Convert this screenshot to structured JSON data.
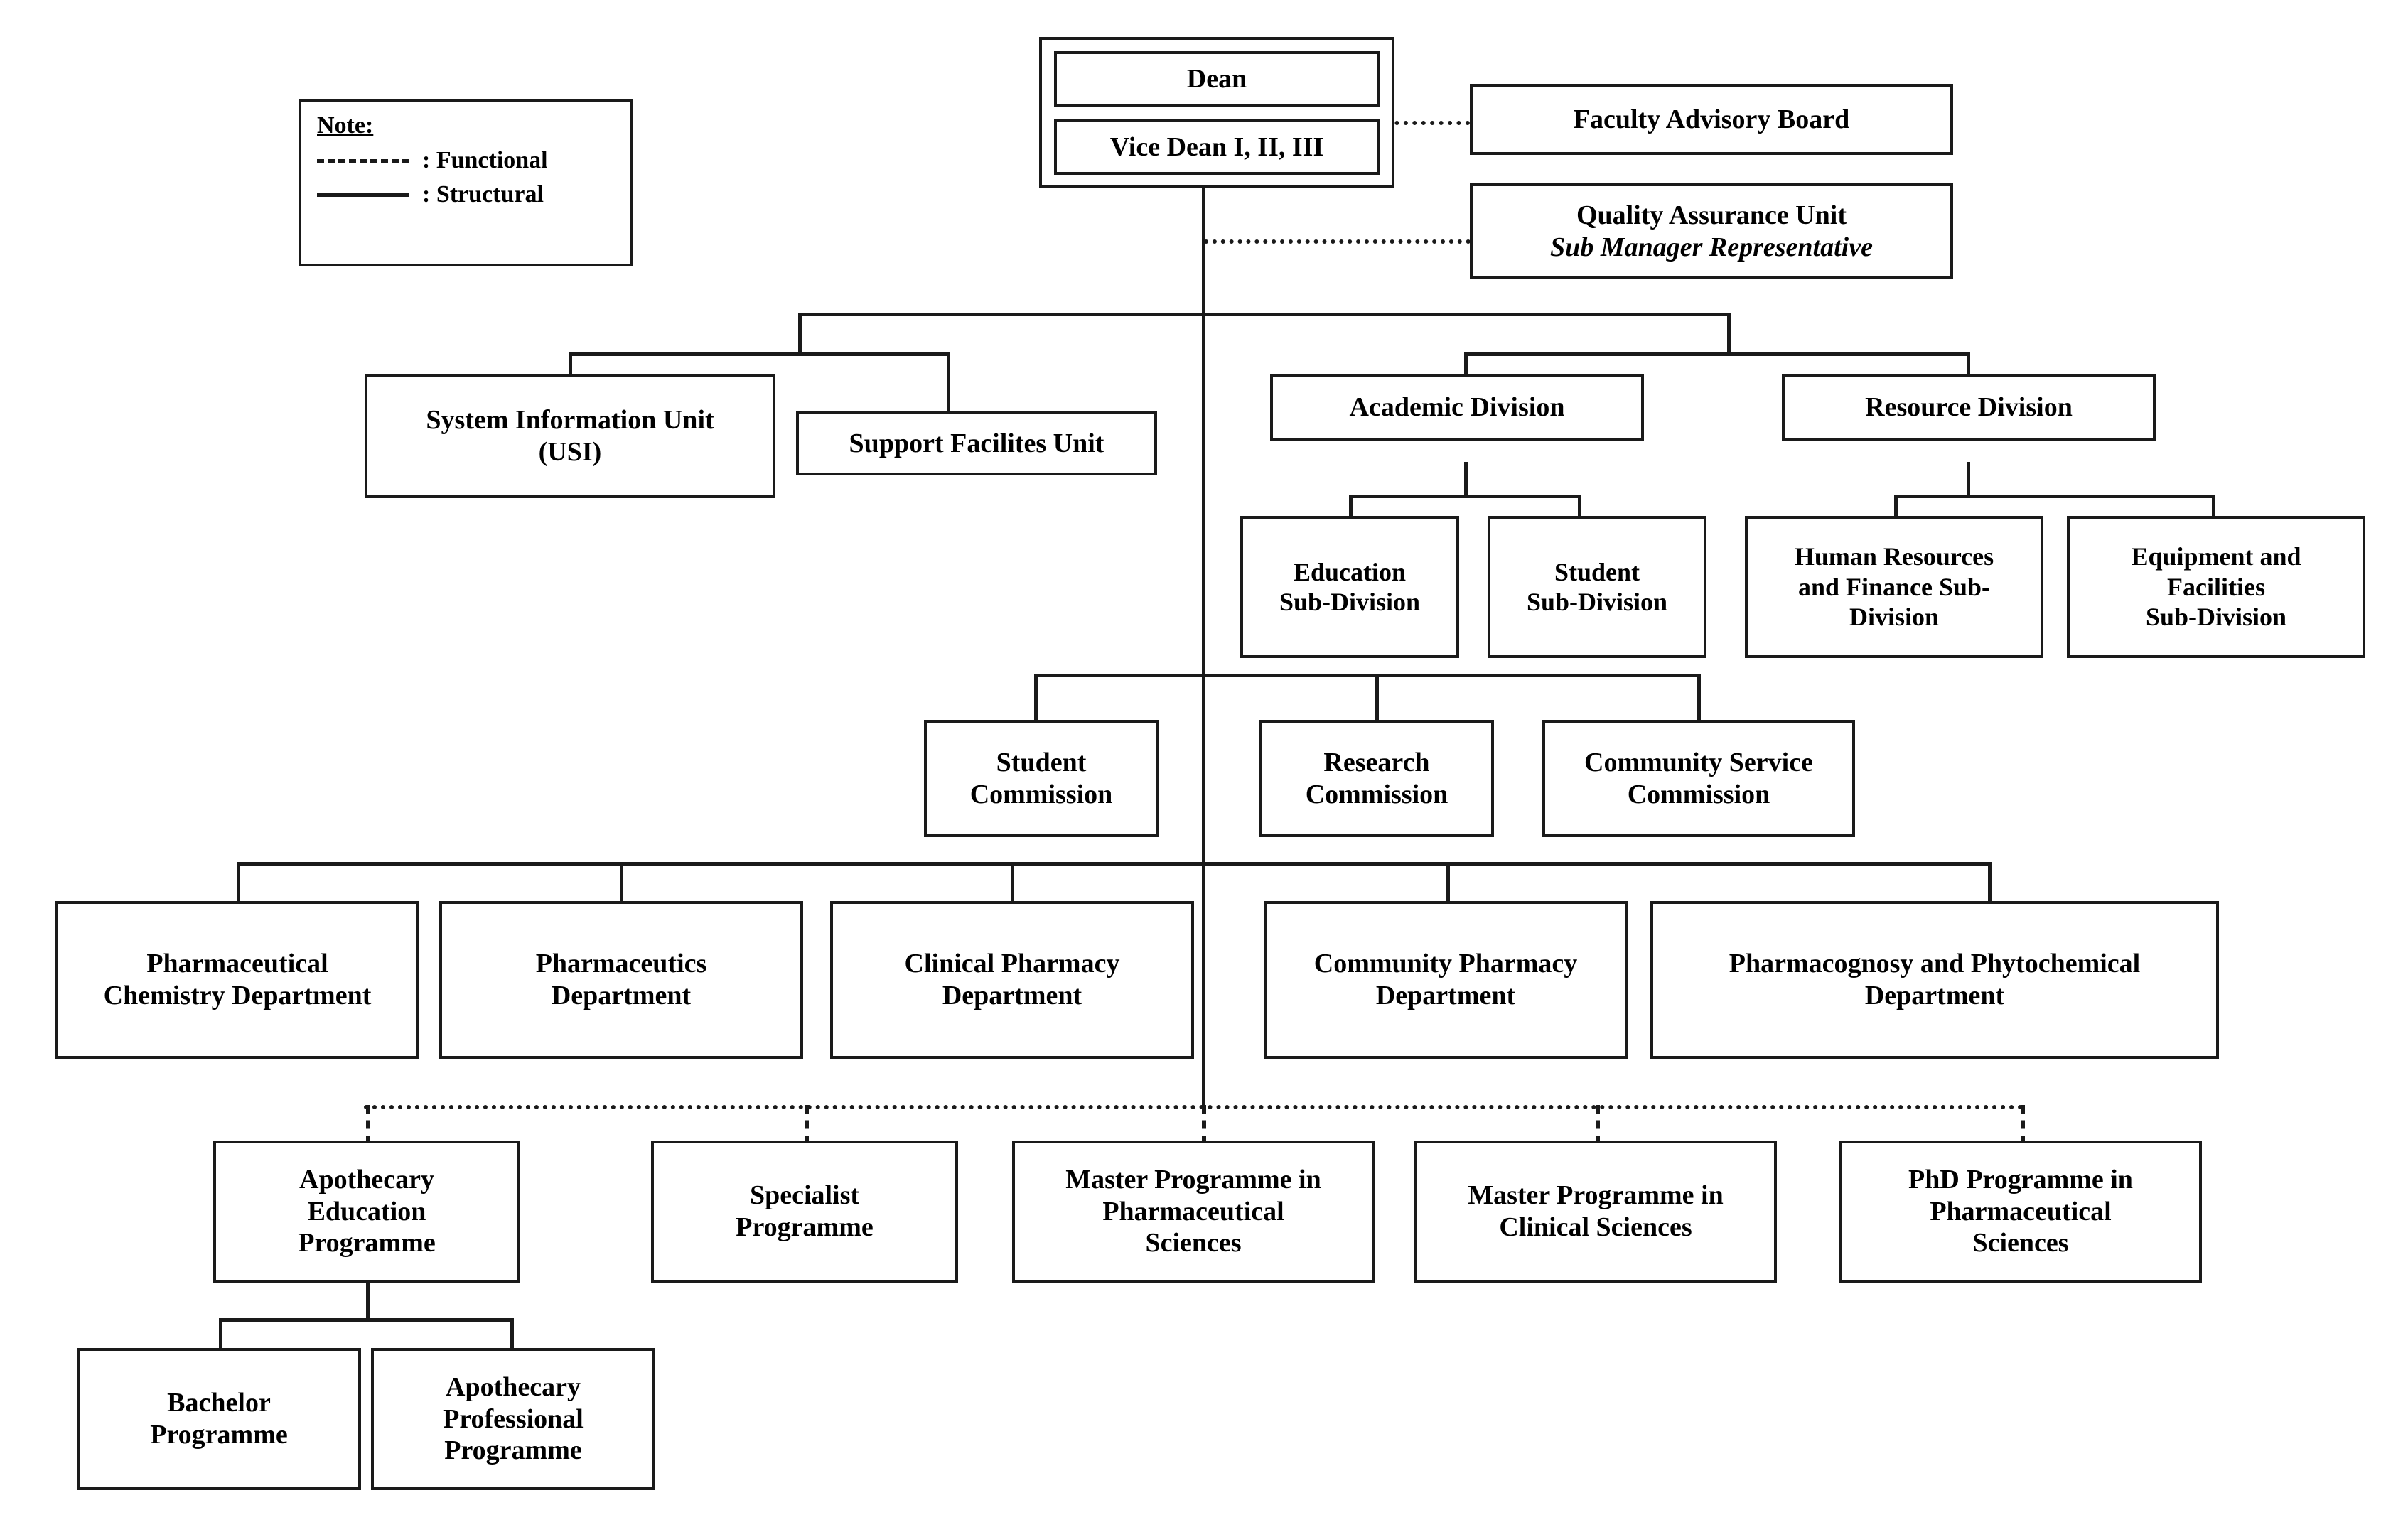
{
  "legend": {
    "title": "Note:",
    "rows": [
      {
        "style": "dashed",
        "label": ": Functional"
      },
      {
        "style": "solid",
        "label": ": Structural"
      }
    ]
  },
  "nodes": {
    "dean": "Dean",
    "vice_dean": "Vice Dean I, II, III",
    "faculty_advisory_board": "Faculty Advisory Board",
    "quality_assurance_unit": "Quality Assurance Unit",
    "quality_assurance_sub": "Sub Manager Representative",
    "system_information_unit_l1": "System Information Unit",
    "system_information_unit_l2": "(USI)",
    "support_facilites_unit": "Support Facilites Unit",
    "academic_division": "Academic Division",
    "resource_division": "Resource Division",
    "education_sub_l1": "Education",
    "education_sub_l2": "Sub-Division",
    "student_sub_l1": "Student",
    "student_sub_l2": "Sub-Division",
    "hr_finance_l1": "Human Resources",
    "hr_finance_l2": "and Finance Sub-",
    "hr_finance_l3": "Division",
    "equipment_l1": "Equipment and",
    "equipment_l2": "Facilities",
    "equipment_l3": "Sub-Division",
    "student_commission_l1": "Student",
    "student_commission_l2": "Commission",
    "research_commission_l1": "Research",
    "research_commission_l2": "Commission",
    "community_service_commission_l1": "Community Service",
    "community_service_commission_l2": "Commission",
    "pharm_chem_dept_l1": "Pharmaceutical",
    "pharm_chem_dept_l2": "Chemistry Department",
    "pharmaceutics_dept_l1": "Pharmaceutics",
    "pharmaceutics_dept_l2": "Department",
    "clinical_pharmacy_dept_l1": "Clinical Pharmacy",
    "clinical_pharmacy_dept_l2": "Department",
    "community_pharmacy_dept_l1": "Community Pharmacy",
    "community_pharmacy_dept_l2": "Department",
    "pharmacognosy_dept_l1": "Pharmacognosy and Phytochemical",
    "pharmacognosy_dept_l2": "Department",
    "apothecary_edu_l1": "Apothecary",
    "apothecary_edu_l2": "Education",
    "apothecary_edu_l3": "Programme",
    "specialist_l1": "Specialist",
    "specialist_l2": "Programme",
    "master_pharm_sci_l1": "Master Programme in",
    "master_pharm_sci_l2": "Pharmaceutical",
    "master_pharm_sci_l3": "Sciences",
    "master_clin_sci_l1": "Master Programme in",
    "master_clin_sci_l2": "Clinical Sciences",
    "phd_pharm_sci_l1": "PhD Programme in",
    "phd_pharm_sci_l2": "Pharmaceutical",
    "phd_pharm_sci_l3": "Sciences",
    "bachelor_l1": "Bachelor",
    "bachelor_l2": "Programme",
    "apothecary_prof_l1": "Apothecary",
    "apothecary_prof_l2": "Professional",
    "apothecary_prof_l3": "Programme"
  },
  "chart_data": {
    "type": "diagram",
    "diagram_kind": "organizational-chart",
    "link_types": {
      "solid": "Structural",
      "dashed": "Functional"
    },
    "hierarchy": [
      {
        "id": "dean",
        "label": "Dean",
        "level": 0,
        "children": [
          "vice_dean"
        ]
      },
      {
        "id": "vice_dean",
        "label": "Vice Dean I, II, III",
        "level": 0
      },
      {
        "id": "faculty_advisory_board",
        "label": "Faculty Advisory Board",
        "level": 0,
        "link": "functional",
        "parent": "dean"
      },
      {
        "id": "quality_assurance_unit",
        "label": "Quality Assurance Unit / Sub Manager Representative",
        "level": 0,
        "link": "functional",
        "parent": "dean"
      },
      {
        "id": "system_information_unit",
        "label": "System Information Unit (USI)",
        "level": 1,
        "link": "structural",
        "parent": "dean"
      },
      {
        "id": "support_facilites_unit",
        "label": "Support Facilites Unit",
        "level": 1,
        "link": "structural",
        "parent": "dean"
      },
      {
        "id": "academic_division",
        "label": "Academic Division",
        "level": 1,
        "link": "structural",
        "parent": "dean"
      },
      {
        "id": "resource_division",
        "label": "Resource Division",
        "level": 1,
        "link": "structural",
        "parent": "dean"
      },
      {
        "id": "education_sub_division",
        "label": "Education Sub-Division",
        "level": 2,
        "link": "structural",
        "parent": "academic_division"
      },
      {
        "id": "student_sub_division",
        "label": "Student Sub-Division",
        "level": 2,
        "link": "structural",
        "parent": "academic_division"
      },
      {
        "id": "hr_finance_sub_division",
        "label": "Human Resources and Finance Sub-Division",
        "level": 2,
        "link": "structural",
        "parent": "resource_division"
      },
      {
        "id": "equipment_facilities_sub_division",
        "label": "Equipment and Facilities Sub-Division",
        "level": 2,
        "link": "structural",
        "parent": "resource_division"
      },
      {
        "id": "student_commission",
        "label": "Student Commission",
        "level": 3,
        "link": "structural",
        "parent": "dean"
      },
      {
        "id": "research_commission",
        "label": "Research Commission",
        "level": 3,
        "link": "structural",
        "parent": "dean"
      },
      {
        "id": "community_service_commission",
        "label": "Community Service Commission",
        "level": 3,
        "link": "structural",
        "parent": "dean"
      },
      {
        "id": "pharmaceutical_chemistry_department",
        "label": "Pharmaceutical Chemistry Department",
        "level": 4,
        "link": "structural",
        "parent": "dean"
      },
      {
        "id": "pharmaceutics_department",
        "label": "Pharmaceutics Department",
        "level": 4,
        "link": "structural",
        "parent": "dean"
      },
      {
        "id": "clinical_pharmacy_department",
        "label": "Clinical Pharmacy Department",
        "level": 4,
        "link": "structural",
        "parent": "dean"
      },
      {
        "id": "community_pharmacy_department",
        "label": "Community Pharmacy Department",
        "level": 4,
        "link": "structural",
        "parent": "dean"
      },
      {
        "id": "pharmacognosy_phytochemical_department",
        "label": "Pharmacognosy and Phytochemical Department",
        "level": 4,
        "link": "structural",
        "parent": "dean"
      },
      {
        "id": "apothecary_education_programme",
        "label": "Apothecary Education Programme",
        "level": 5,
        "link": "functional"
      },
      {
        "id": "specialist_programme",
        "label": "Specialist Programme",
        "level": 5,
        "link": "functional"
      },
      {
        "id": "master_programme_pharmaceutical_sciences",
        "label": "Master Programme in Pharmaceutical Sciences",
        "level": 5,
        "link": "functional"
      },
      {
        "id": "master_programme_clinical_sciences",
        "label": "Master Programme in Clinical Sciences",
        "level": 5,
        "link": "functional"
      },
      {
        "id": "phd_programme_pharmaceutical_sciences",
        "label": "PhD Programme in Pharmaceutical Sciences",
        "level": 5,
        "link": "functional"
      },
      {
        "id": "bachelor_programme",
        "label": "Bachelor Programme",
        "level": 6,
        "link": "structural",
        "parent": "apothecary_education_programme"
      },
      {
        "id": "apothecary_professional_programme",
        "label": "Apothecary Professional Programme",
        "level": 6,
        "link": "structural",
        "parent": "apothecary_education_programme"
      }
    ]
  }
}
